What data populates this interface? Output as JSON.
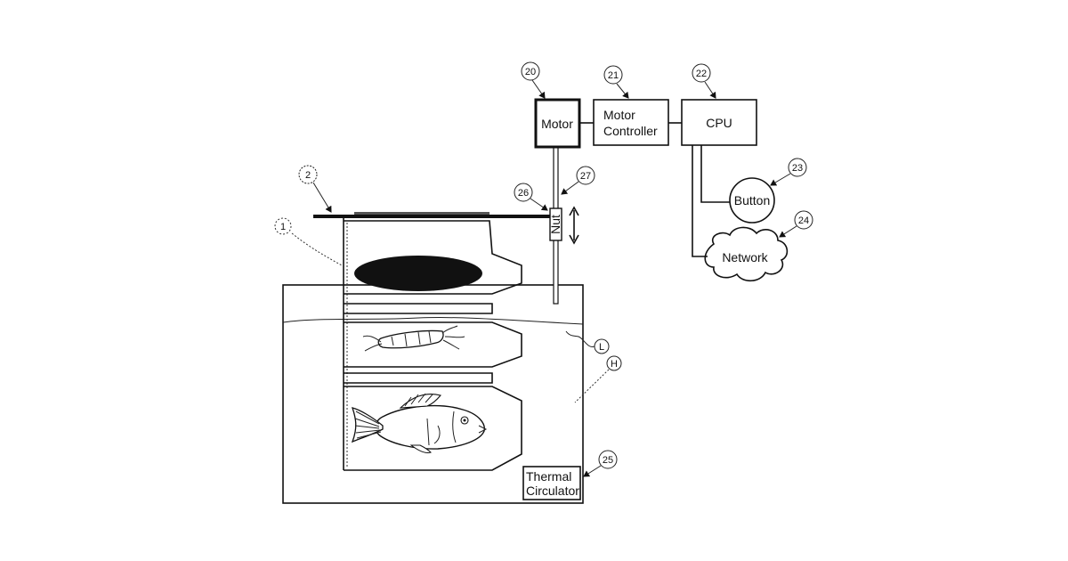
{
  "blocks": {
    "motor": "Motor",
    "motor_controller_line1": "Motor",
    "motor_controller_line2": "Controller",
    "cpu": "CPU",
    "button": "Button",
    "network": "Network",
    "nut": "Nut",
    "thermal_line1": "Thermal",
    "thermal_line2": "Circulator"
  },
  "refs": {
    "r20": "20",
    "r21": "21",
    "r22": "22",
    "r23": "23",
    "r24": "24",
    "r25": "25",
    "r26": "26",
    "r27": "27",
    "r2": "2",
    "r1": "1",
    "rL": "L",
    "rH": "H"
  }
}
